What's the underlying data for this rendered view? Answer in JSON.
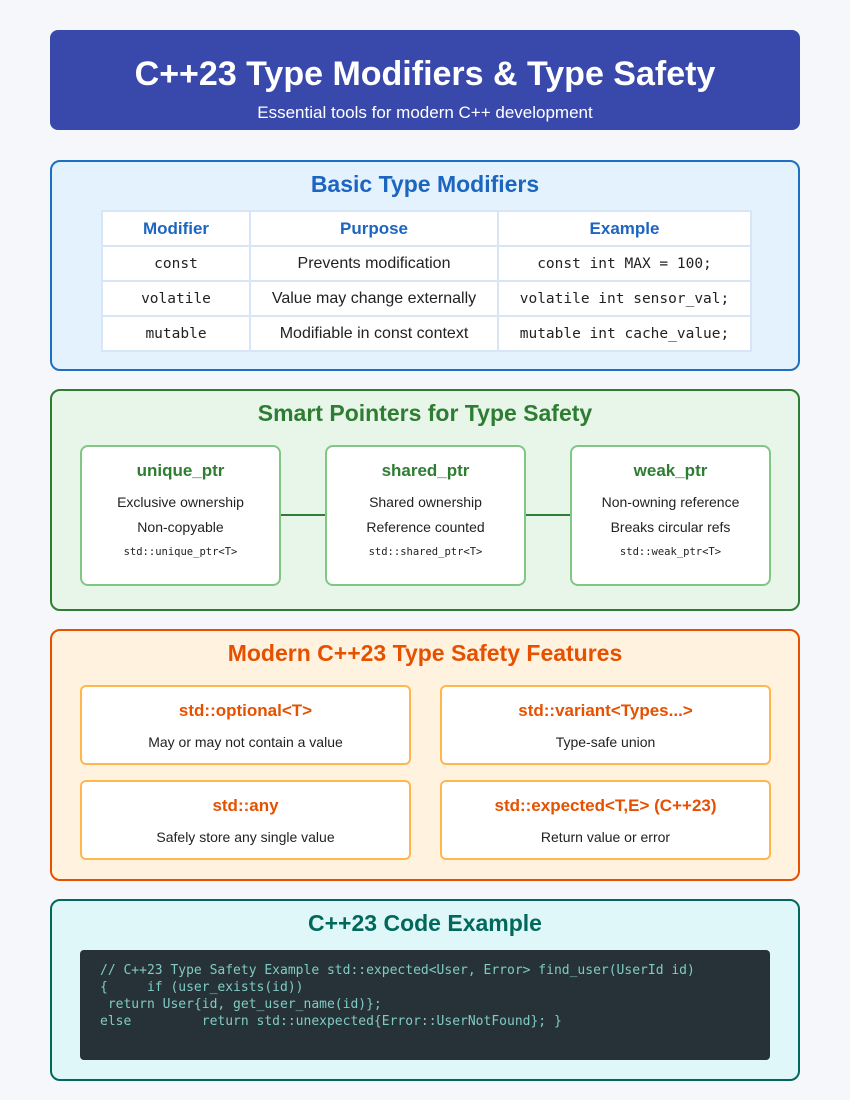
{
  "header": {
    "title": "C++23 Type Modifiers & Type Safety",
    "subtitle": "Essential tools for modern C++ development"
  },
  "basic": {
    "title": "Basic Type Modifiers",
    "columns": [
      "Modifier",
      "Purpose",
      "Example"
    ],
    "rows": [
      {
        "modifier": "const",
        "purpose": "Prevents modification",
        "example": "const int MAX = 100;"
      },
      {
        "modifier": "volatile",
        "purpose": "Value may change externally",
        "example": "volatile int sensor_val;"
      },
      {
        "modifier": "mutable",
        "purpose": "Modifiable in const context",
        "example": "mutable int cache_value;"
      }
    ]
  },
  "smart": {
    "title": "Smart Pointers for Type Safety",
    "cards": [
      {
        "name": "unique_ptr",
        "line1": "Exclusive ownership",
        "line2": "Non-copyable",
        "code": "std::unique_ptr<T>"
      },
      {
        "name": "shared_ptr",
        "line1": "Shared ownership",
        "line2": "Reference counted",
        "code": "std::shared_ptr<T>"
      },
      {
        "name": "weak_ptr",
        "line1": "Non-owning reference",
        "line2": "Breaks circular refs",
        "code": "std::weak_ptr<T>"
      }
    ]
  },
  "modern": {
    "title": "Modern C++23 Type Safety Features",
    "cards": [
      {
        "name": "std::optional<T>",
        "desc": "May or may not contain a value"
      },
      {
        "name": "std::variant<Types...>",
        "desc": "Type-safe union"
      },
      {
        "name": "std::any",
        "desc": "Safely store any single value"
      },
      {
        "name": "std::expected<T,E> (C++23)",
        "desc": "Return value or error"
      }
    ]
  },
  "code": {
    "title": "C++23 Code Example",
    "lines": [
      "// C++23 Type Safety Example std::expected<User, Error> find_user(UserId id)",
      "{     if (user_exists(id))",
      " return User{id, get_user_name(id)};",
      "else         return std::unexpected{Error::UserNotFound}; }"
    ]
  },
  "colors": {
    "header_bg": "#3949ab",
    "basic_accent": "#1c65c0",
    "smart_accent": "#2e7d32",
    "modern_accent": "#e65100",
    "code_accent": "#00695c",
    "code_bg": "#263238"
  }
}
